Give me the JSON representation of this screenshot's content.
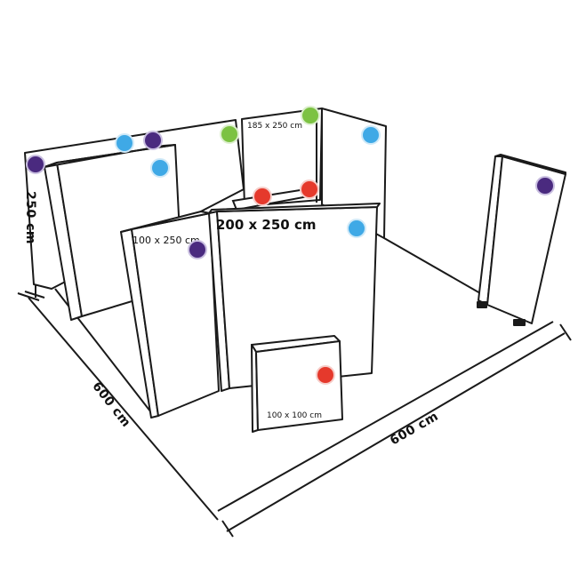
{
  "dimensions": {
    "height": "250 cm",
    "depth": "600 cm",
    "width": "600 cm"
  },
  "panels": {
    "back_right": "185 x 250 cm",
    "front_left": "100 x 250 cm",
    "front_main": "200 x 250 cm",
    "counter": "100 x 100 cm"
  },
  "colors": {
    "blue": "#3fa9e6",
    "purple": "#4a2a7f",
    "green": "#7cc242",
    "red": "#e5392c",
    "line": "#1a1a1a"
  }
}
